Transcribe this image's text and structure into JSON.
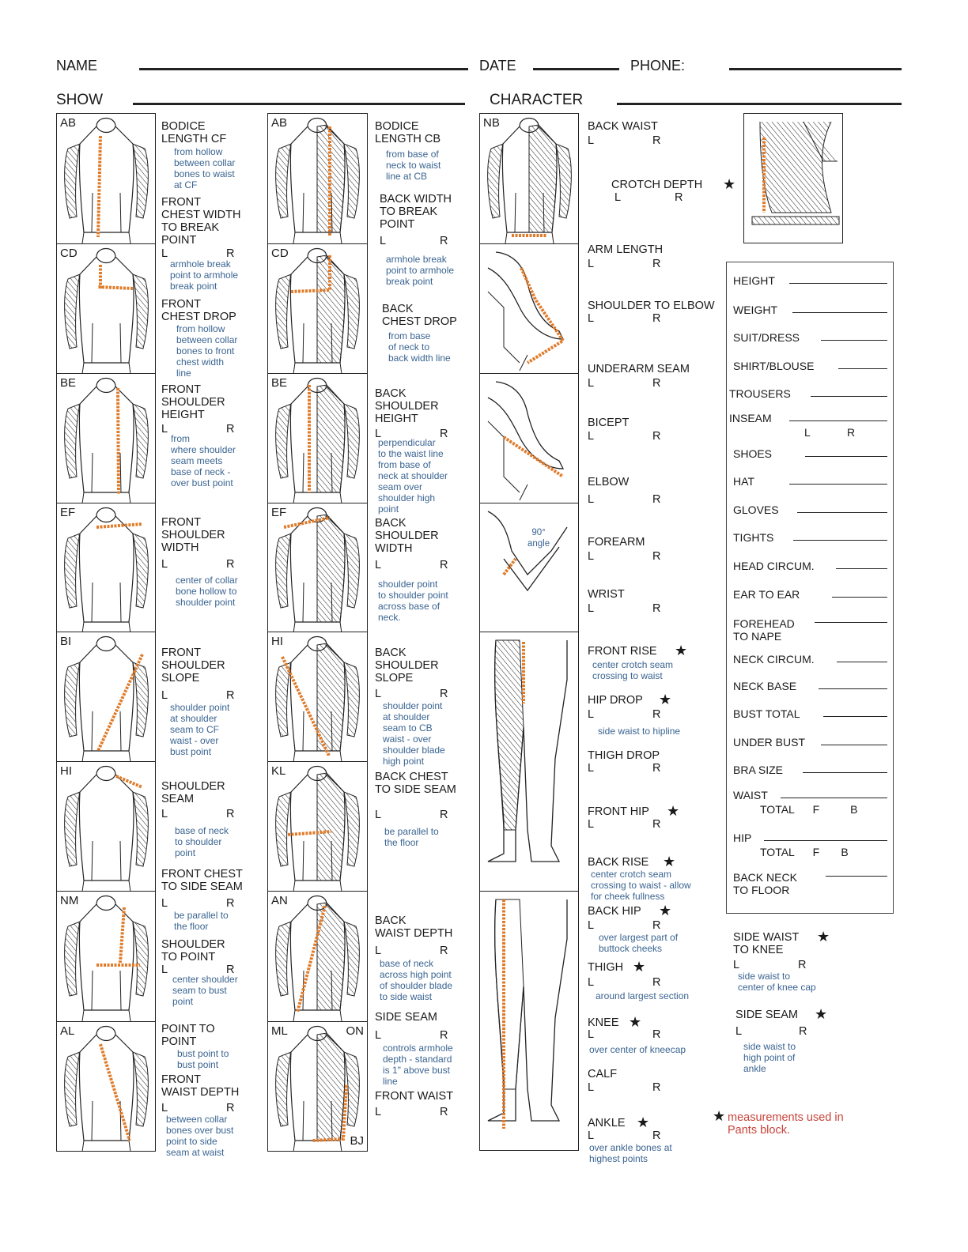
{
  "header": {
    "name_label": "NAME",
    "date_label": "DATE",
    "phone_label": "PHONE:",
    "show_label": "SHOW",
    "character_label": "CHARACTER",
    "name_value": "",
    "date_value": "",
    "phone_value": "",
    "show_value": "",
    "character_value": ""
  },
  "figures": {
    "col1": [
      "AB",
      "CD",
      "BE",
      "EF",
      "BI",
      "HI",
      "NM",
      "AL"
    ],
    "col2": [
      "AB",
      "CD",
      "BE",
      "EF",
      "HI",
      "KL",
      "AN",
      "ML"
    ],
    "col2_extra": [
      "ON",
      "BJ"
    ],
    "col3": [
      "NB"
    ],
    "arm_angle": "90°\nangle"
  },
  "lr": {
    "l": "L",
    "r": "R"
  },
  "col1": [
    {
      "title": "BODICE\nLENGTH CF",
      "note": "from hollow\nbetween collar\nbones to waist\nat CF"
    },
    {
      "title": "FRONT\nCHEST WIDTH\nTO BREAK\nPOINT",
      "lr": true,
      "note": "armhole break\npoint to armhole\nbreak point"
    },
    {
      "title": "FRONT\nCHEST DROP",
      "note": "from hollow\nbetween collar\nbones to front\nchest width\nline"
    },
    {
      "title": "FRONT\nSHOULDER\nHEIGHT",
      "lr": true,
      "note": "from\nwhere shoulder\nseam meets\nbase of neck -\n  over bust point"
    },
    {
      "title": "FRONT\nSHOULDER\nWIDTH",
      "lr": true,
      "note": "center of collar\nbone hollow to\nshoulder point"
    },
    {
      "title": "FRONT\nSHOULDER\nSLOPE",
      "lr": true,
      "note": "shoulder point\nat shoulder\nseam to CF\nwaist  - over\nbust point"
    },
    {
      "title": "SHOULDER\nSEAM",
      "lr": true,
      "note": "base of neck\nto shoulder\npoint"
    },
    {
      "title": "FRONT CHEST\nTO SIDE SEAM",
      "lr": true,
      "note": "be parallel to\nthe floor"
    },
    {
      "title": "SHOULDER\nTO POINT",
      "lr": true,
      "note": "center shoulder\nseam to bust\npoint"
    },
    {
      "title": "POINT TO\nPOINT",
      "note": "bust point to\nbust point"
    },
    {
      "title": "FRONT\nWAIST DEPTH",
      "lr": true,
      "note": "between collar\nbones over bust\npoint to side\nseam at waist"
    }
  ],
  "col2": [
    {
      "title": "BODICE\nLENGTH CB",
      "note": "from base of\nneck to waist\nline at CB"
    },
    {
      "title": "BACK WIDTH\nTO BREAK\nPOINT",
      "lr": true,
      "note": "armhole break\npoint to armhole\nbreak point"
    },
    {
      "title": "BACK\nCHEST DROP",
      "note": "from base\nof neck to\nback width line"
    },
    {
      "title": "BACK\nSHOULDER\nHEIGHT",
      "lr": true,
      "note": "perpendicular\nto the waist line\nfrom   base of\nneck at shoulder\nseam over\nshoulder high\npoint"
    },
    {
      "title": "BACK\nSHOULDER\nWIDTH",
      "lr": true,
      "note": "shoulder point\nto shoulder point\nacross base of\nneck."
    },
    {
      "title": "BACK\nSHOULDER\nSLOPE",
      "lr": true,
      "note": "shoulder point\nat shoulder\nseam to CB\nwaist  - over\nshoulder blade\nhigh point"
    },
    {
      "title": "BACK CHEST\nTO SIDE SEAM",
      "lr": true,
      "note": "be parallel to\nthe floor"
    },
    {
      "title": "BACK\nWAIST DEPTH",
      "lr": true,
      "note": "base of neck\nacross high point\nof shoulder blade\nto side waist"
    },
    {
      "title": "SIDE SEAM",
      "lr": true,
      "note": "controls armhole\ndepth - standard\nis 1\" above bust\nline"
    },
    {
      "title": "FRONT WAIST",
      "lr": true
    }
  ],
  "col3": [
    {
      "title": "BACK WAIST",
      "lr": true
    },
    {
      "title": "CROTCH DEPTH",
      "lr": true,
      "star": true
    },
    {
      "title": "ARM LENGTH",
      "lr": true
    },
    {
      "title": "SHOULDER TO ELBOW",
      "lr": true
    },
    {
      "title": "UNDERARM SEAM",
      "lr": true
    },
    {
      "title": "BICEPT",
      "lr": true
    },
    {
      "title": "ELBOW",
      "lr": true
    },
    {
      "title": "FOREARM",
      "lr": true
    },
    {
      "title": "WRIST",
      "lr": true
    },
    {
      "title": "FRONT RISE",
      "star": true,
      "note": "center crotch seam\ncrossing to waist"
    },
    {
      "title": "HIP DROP",
      "star": true,
      "lr": true,
      "note": "side waist to hipline"
    },
    {
      "title": "THIGH DROP",
      "lr": true
    },
    {
      "title": "FRONT HIP",
      "star": true,
      "lr": true
    },
    {
      "title": "BACK RISE",
      "star": true,
      "note": "center crotch seam\ncrossing to waist - allow\nfor cheek fullness"
    },
    {
      "title": "BACK HIP",
      "star": true,
      "lr": true,
      "note": "over largest part of\nbuttock cheeks"
    },
    {
      "title": "THIGH",
      "star": true,
      "lr": true,
      "note": "around largest section"
    },
    {
      "title": "KNEE",
      "star": true,
      "lr": true,
      "note": "over center of kneecap"
    },
    {
      "title": "CALF",
      "lr": true
    },
    {
      "title": "ANKLE",
      "star": true,
      "lr": true,
      "note": "over ankle bones at\nhighest points"
    }
  ],
  "col4": [
    {
      "title": "SIDE WAIST\nTO KNEE",
      "star": true,
      "lr": true,
      "note": "side waist to\ncenter of knee cap"
    },
    {
      "title": "SIDE SEAM",
      "star": true,
      "lr": true,
      "note": "side waist to\nhigh point of\nankle"
    }
  ],
  "legend": {
    "star": "★",
    "text": "measurements used in\nPants block."
  },
  "sizes": [
    {
      "label": "HEIGHT",
      "value": ""
    },
    {
      "label": "WEIGHT",
      "value": ""
    },
    {
      "label": "SUIT/DRESS",
      "value": ""
    },
    {
      "label": "SHIRT/BLOUSE",
      "value": ""
    },
    {
      "label": "TROUSERS",
      "value": ""
    },
    {
      "label": "INSEAM",
      "value": "",
      "sub": "L            R"
    },
    {
      "label": "SHOES",
      "value": ""
    },
    {
      "label": "HAT",
      "value": ""
    },
    {
      "label": "GLOVES",
      "value": ""
    },
    {
      "label": "TIGHTS",
      "value": ""
    },
    {
      "label": "HEAD CIRCUM.",
      "value": ""
    },
    {
      "label": "EAR TO EAR",
      "value": ""
    },
    {
      "label": "FOREHEAD\nTO NAPE",
      "value": ""
    },
    {
      "label": "NECK CIRCUM.",
      "value": ""
    },
    {
      "label": "NECK BASE",
      "value": ""
    },
    {
      "label": "BUST TOTAL",
      "value": ""
    },
    {
      "label": "UNDER BUST",
      "value": ""
    },
    {
      "label": "BRA SIZE",
      "value": ""
    },
    {
      "label": "WAIST",
      "value": "",
      "sub": "TOTAL      F          B"
    },
    {
      "label": "HIP",
      "value": "",
      "sub": "TOTAL      F       B"
    },
    {
      "label": "BACK NECK\nTO FLOOR",
      "value": ""
    }
  ],
  "colors": {
    "measure": "#e07b2a",
    "note": "#3a6491",
    "legend": "#c8443a"
  }
}
